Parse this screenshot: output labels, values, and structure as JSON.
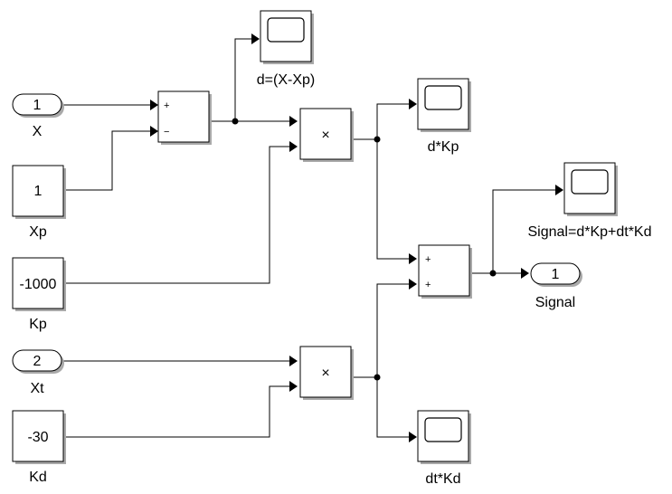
{
  "diagram": {
    "inports": [
      {
        "id": "X",
        "number": "1",
        "label": "X"
      },
      {
        "id": "Xt",
        "number": "2",
        "label": "Xt"
      }
    ],
    "constants": [
      {
        "id": "Xp",
        "value": "1",
        "label": "Xp"
      },
      {
        "id": "Kp",
        "value": "-1000",
        "label": "Kp"
      },
      {
        "id": "Kd",
        "value": "-30",
        "label": "Kd"
      }
    ],
    "sum_error": {
      "signs": [
        "+",
        "−"
      ]
    },
    "sum_output": {
      "signs": [
        "+",
        "+"
      ]
    },
    "products": [
      {
        "id": "prod1",
        "symbol": "×"
      },
      {
        "id": "prod2",
        "symbol": "×"
      }
    ],
    "scopes": [
      {
        "id": "scope_d",
        "label": "d=(X-Xp)"
      },
      {
        "id": "scope_dKp",
        "label": "d*Kp"
      },
      {
        "id": "scope_signal",
        "label": "Signal=d*Kp+dt*Kd"
      },
      {
        "id": "scope_dtKd",
        "label": "dt*Kd"
      }
    ],
    "outport": {
      "number": "1",
      "label": "Signal"
    }
  }
}
